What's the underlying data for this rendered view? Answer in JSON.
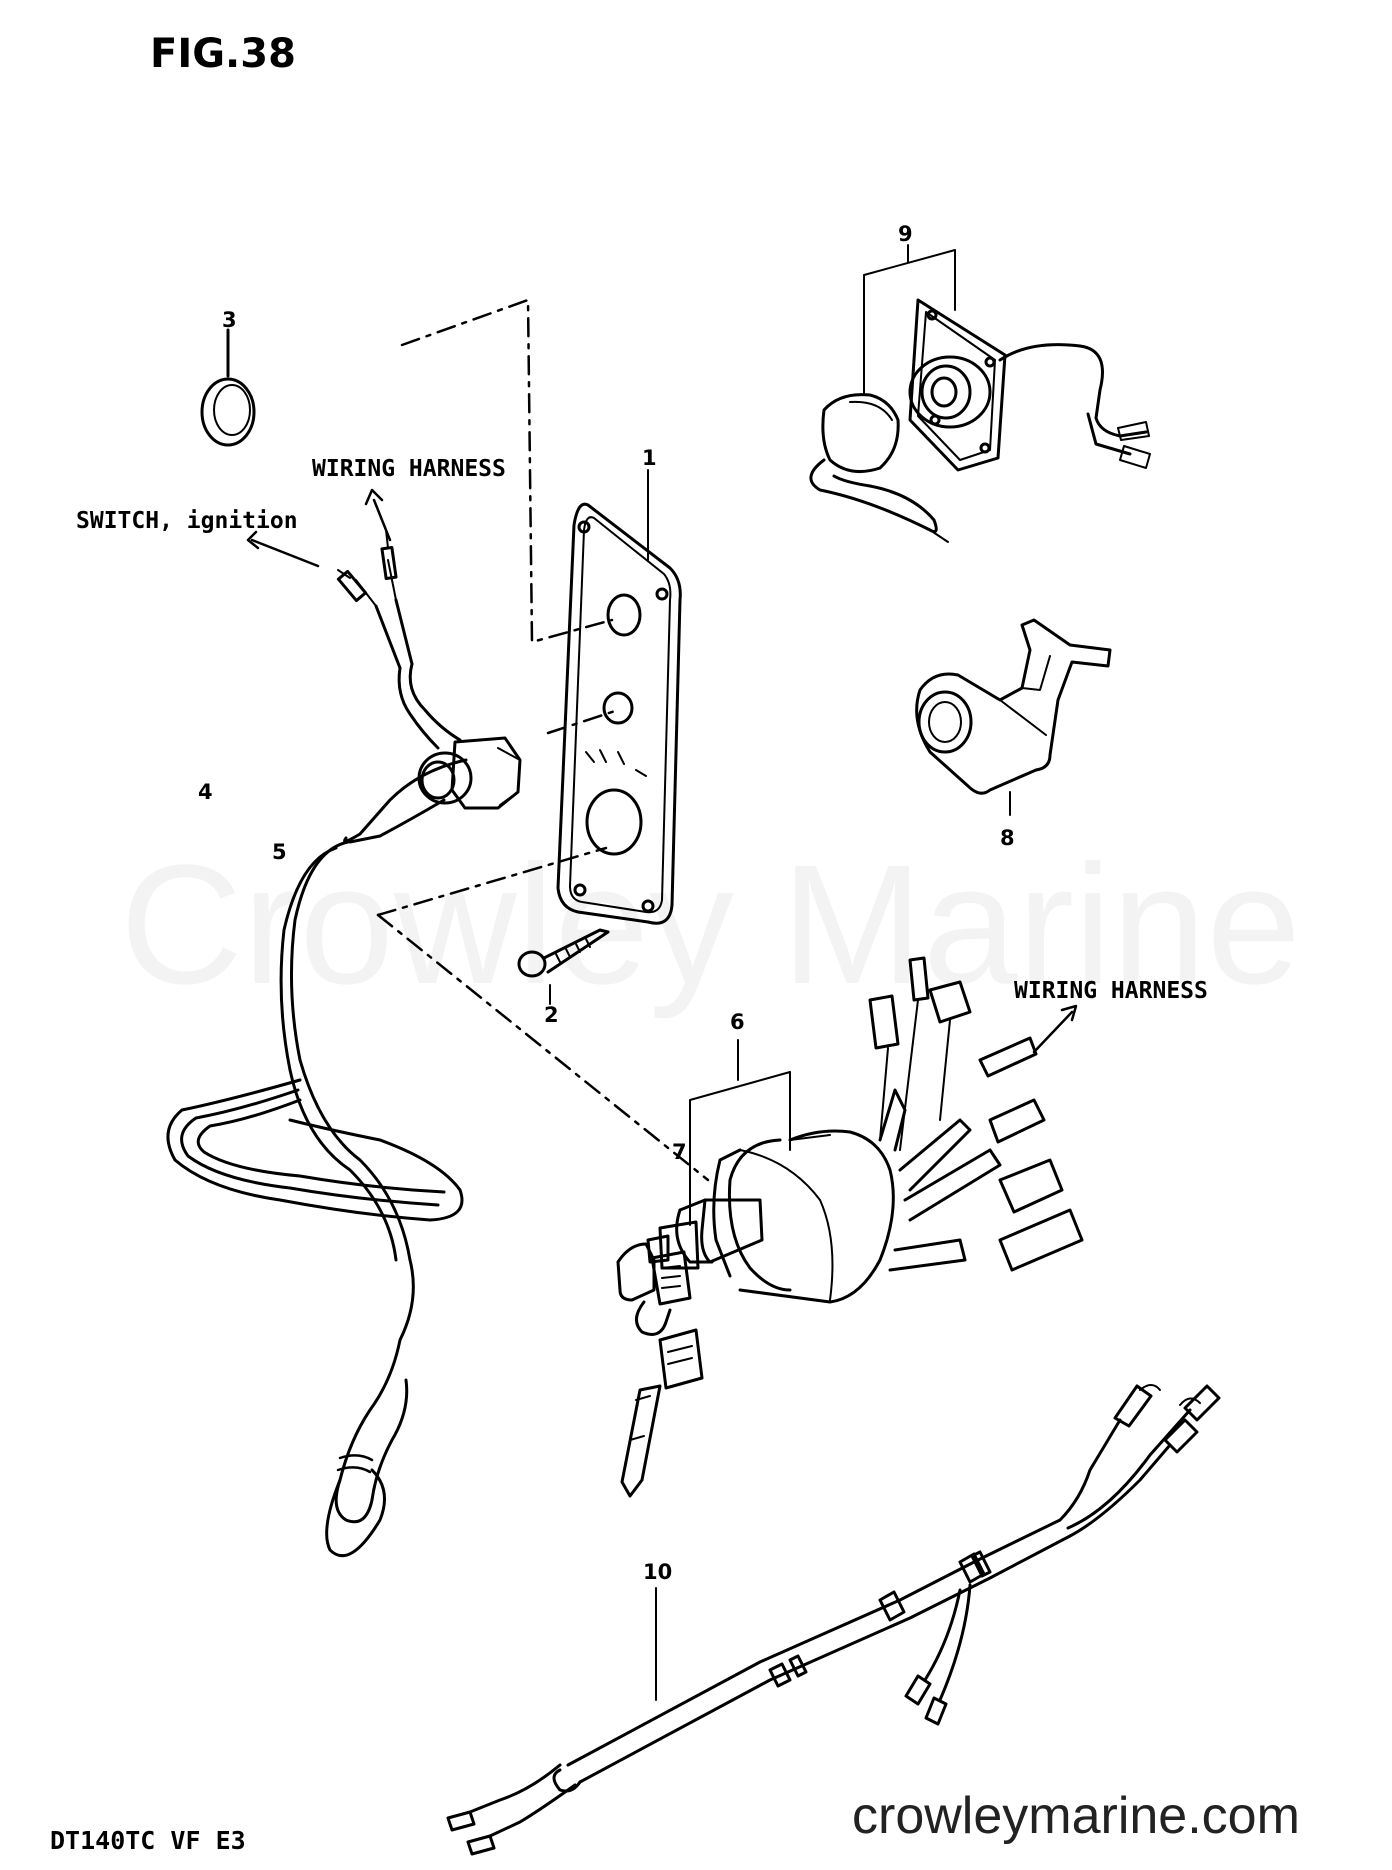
{
  "figure_label": "FIG.38",
  "model_code": "DT140TC VF E3",
  "watermark": "Crowley Marine",
  "site_url": "crowleymarine.com",
  "callouts": {
    "wiring_harness_1": "WIRING HARNESS",
    "switch_ignition": "SWITCH, ignition",
    "wiring_harness_2": "WIRING HARNESS"
  },
  "parts": [
    "1",
    "2",
    "3",
    "4",
    "5",
    "6",
    "7",
    "8",
    "9",
    "10"
  ]
}
